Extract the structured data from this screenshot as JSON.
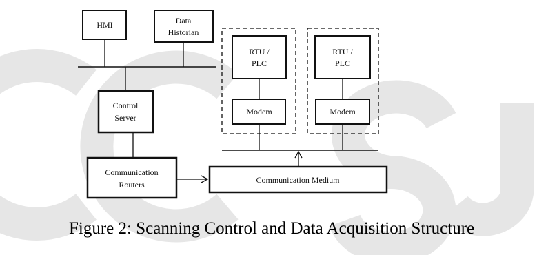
{
  "figure": {
    "nodes": {
      "hmi": "HMI",
      "data_historian": [
        "Data",
        "Historian"
      ],
      "rtu_plc_1": [
        "RTU /",
        "PLC"
      ],
      "rtu_plc_2": [
        "RTU /",
        "PLC"
      ],
      "modem_1": "Modem",
      "modem_2": "Modem",
      "control_server": [
        "Control",
        "Server"
      ],
      "communication_routers": [
        "Communication",
        "Routers"
      ],
      "communication_medium": "Communication Medium"
    },
    "caption": "Figure 2:  Scanning Control and Data Acquisition Structure"
  },
  "watermark": {
    "text": "GCSJ",
    "color": "#e6e6e6"
  }
}
